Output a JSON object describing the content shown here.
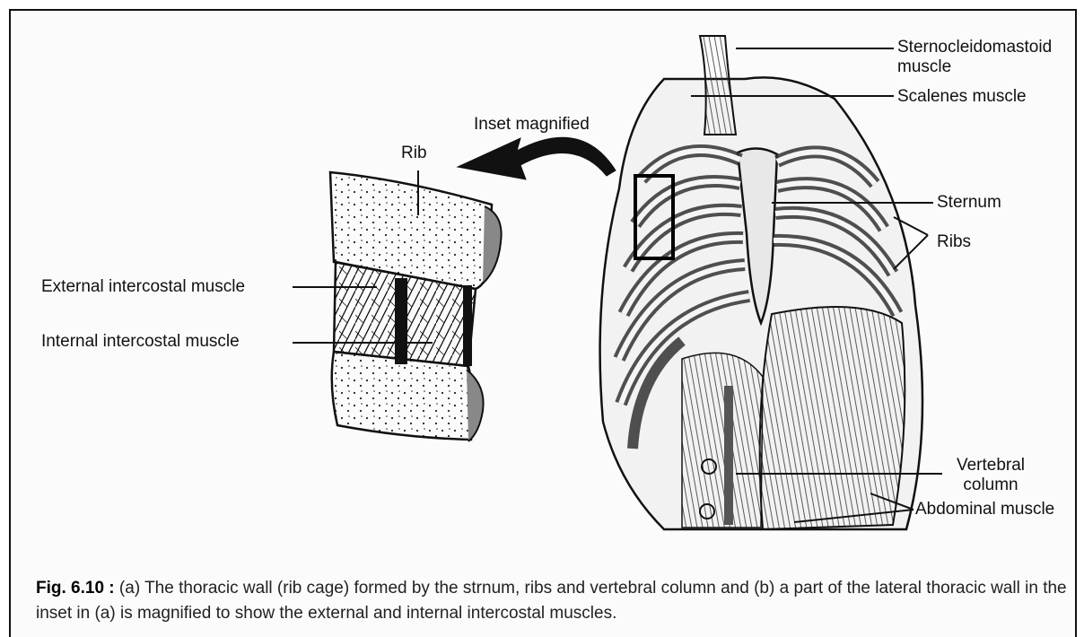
{
  "figure": {
    "labels": {
      "inset_magnified": "Inset magnified",
      "rib": "Rib",
      "external_intercostal": "External intercostal muscle",
      "internal_intercostal": "Internal intercostal muscle",
      "sternocleidomastoid": "Sternocleidomastoid muscle",
      "scalenes": "Scalenes muscle",
      "sternum": "Sternum",
      "ribs": "Ribs",
      "vertebral_column": "Vertebral column",
      "abdominal_muscle": "Abdominal muscle"
    },
    "caption": {
      "number": "Fig. 6.10 :",
      "text": "(a) The thoracic wall (rib cage) formed by the strnum, ribs and vertebral column and (b) a part of the lateral thoracic wall in the inset in (a) is magnified to show the external and internal intercostal muscles."
    }
  }
}
